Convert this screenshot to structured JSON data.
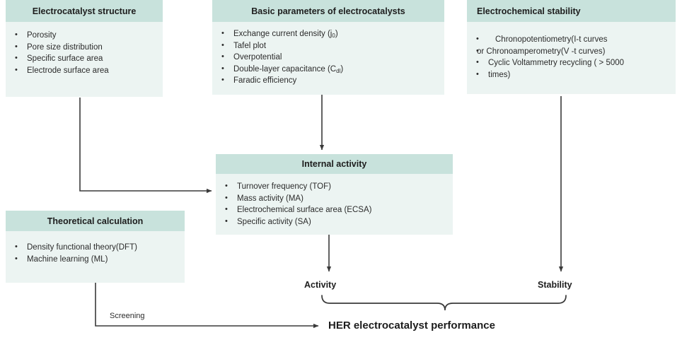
{
  "diagram": {
    "title_hidden": "",
    "accent_header": "#c8e2dc",
    "accent_body": "#ecf4f2",
    "line_color": "#3a3a3a",
    "boxes": [
      {
        "id": "electrocatalyst-structure",
        "header": "Electrocatalyst structure",
        "items": [
          "Porosity",
          "Pore size distribution",
          "Specific surface area",
          "Electrode surface area"
        ]
      },
      {
        "id": "basic-parameters",
        "header": "Basic parameters of electrocatalysts",
        "items": [
          "Exchange current density (j₀)",
          "Tafel plot",
          "Overpotential",
          "Double-layer capacitance (Cₑₗ)",
          "Faradic efficiency"
        ]
      },
      {
        "id": "electrochemical-stability",
        "header": "Electrochemical stability",
        "items": [
          "Chronopotentiometry(I-t curves",
          "or Chronoamperometry(V -t curves)",
          "Cyclic Voltammetry recycling ( > 5000",
          "times)"
        ]
      },
      {
        "id": "internal-activity",
        "header": "Internal activity",
        "items": [
          "Turnover frequency (TOF)",
          "Mass activity (MA)",
          "Electrochemical surface area (ECSA)",
          "Specific activity (SA)"
        ]
      },
      {
        "id": "theoretical-calculation",
        "header": "Theoretical calculation",
        "items": [
          "Density functional theory(DFT)",
          "Machine learning (ML)"
        ]
      }
    ],
    "labels": {
      "activity": "Activity",
      "stability": "Stability",
      "screening": "Screening",
      "performance": "HER electrocatalyst performance"
    }
  }
}
